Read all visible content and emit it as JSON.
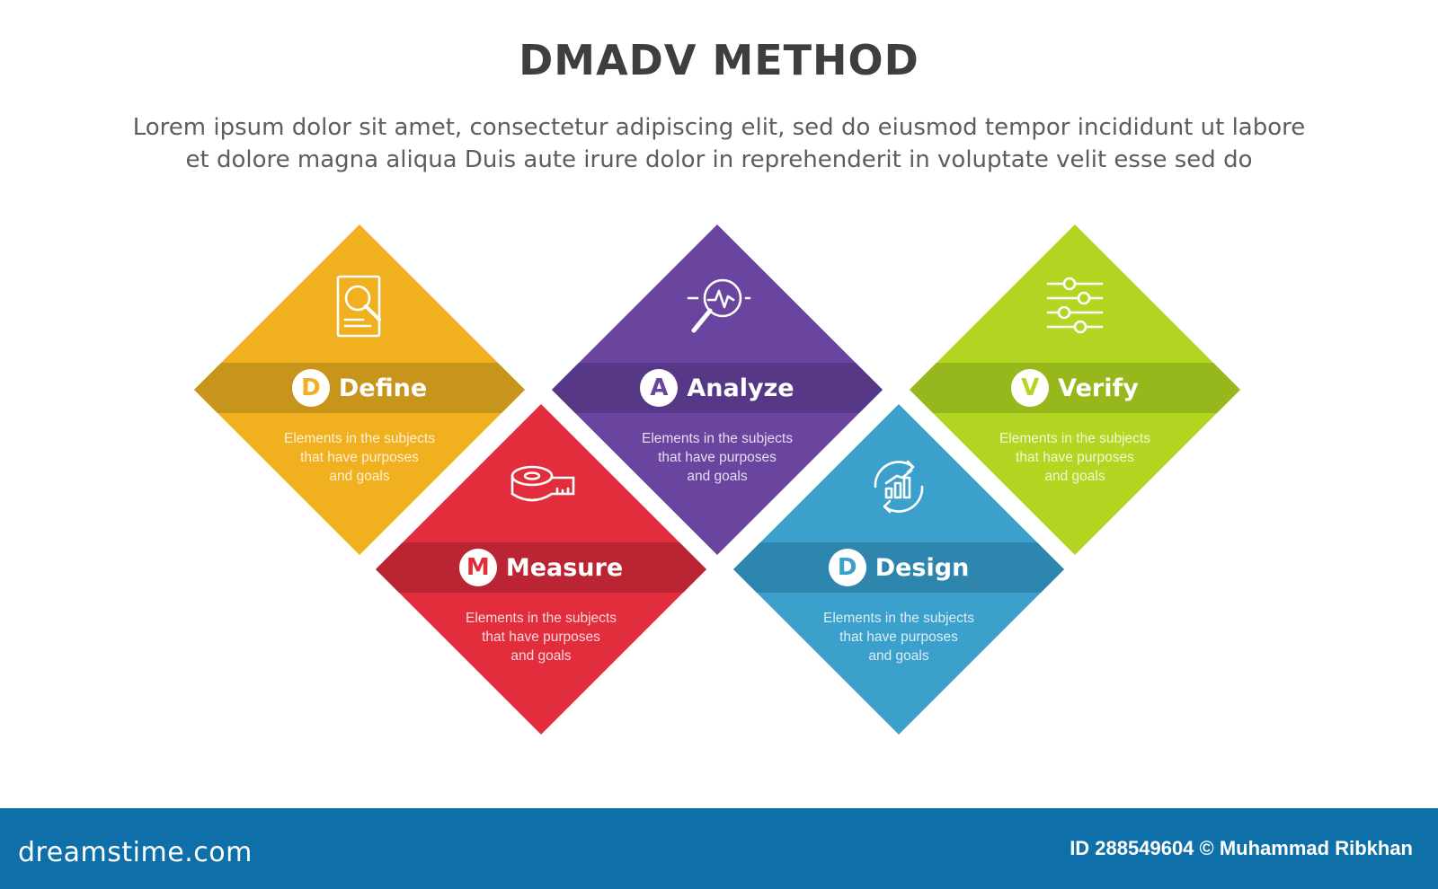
{
  "title": "DMADV METHOD",
  "subtitle_line1": "Lorem ipsum dolor sit amet, consectetur adipiscing elit, sed do eiusmod tempor incididunt ut labore",
  "subtitle_line2": "et dolore magna aliqua Duis aute irure dolor in reprehenderit in voluptate velit esse sed do",
  "steps": [
    {
      "letter": "D",
      "label": "Define",
      "desc1": "Elements in the subjects",
      "desc2": "that have purposes",
      "desc3": "and  goals",
      "color": "#f0b020",
      "band": "#c8951c",
      "icon": "document-search-icon"
    },
    {
      "letter": "M",
      "label": "Measure",
      "desc1": "Elements in the subjects",
      "desc2": "that have purposes",
      "desc3": "and  goals",
      "color": "#e22d3d",
      "band": "#bb2433",
      "icon": "measuring-tape-icon"
    },
    {
      "letter": "A",
      "label": "Analyze",
      "desc1": "Elements in the subjects",
      "desc2": "that have purposes",
      "desc3": "and  goals",
      "color": "#6a45a0",
      "band": "#573886",
      "icon": "magnifier-chart-icon"
    },
    {
      "letter": "D",
      "label": "Design",
      "desc1": "Elements in the subjects",
      "desc2": "that have purposes",
      "desc3": "and  goals",
      "color": "#3ca0cc",
      "band": "#2e86ae",
      "icon": "growth-cycle-icon"
    },
    {
      "letter": "V",
      "label": "Verify",
      "desc1": "Elements in the subjects",
      "desc2": "that have purposes",
      "desc3": "and  goals",
      "color": "#b2d622",
      "band": "#97b81c",
      "icon": "sliders-icon"
    }
  ],
  "footer": {
    "brand": "dreamstime.com",
    "credit": "ID 288549604 © Muhammad Ribkhan",
    "background": "#0f6fa8"
  }
}
